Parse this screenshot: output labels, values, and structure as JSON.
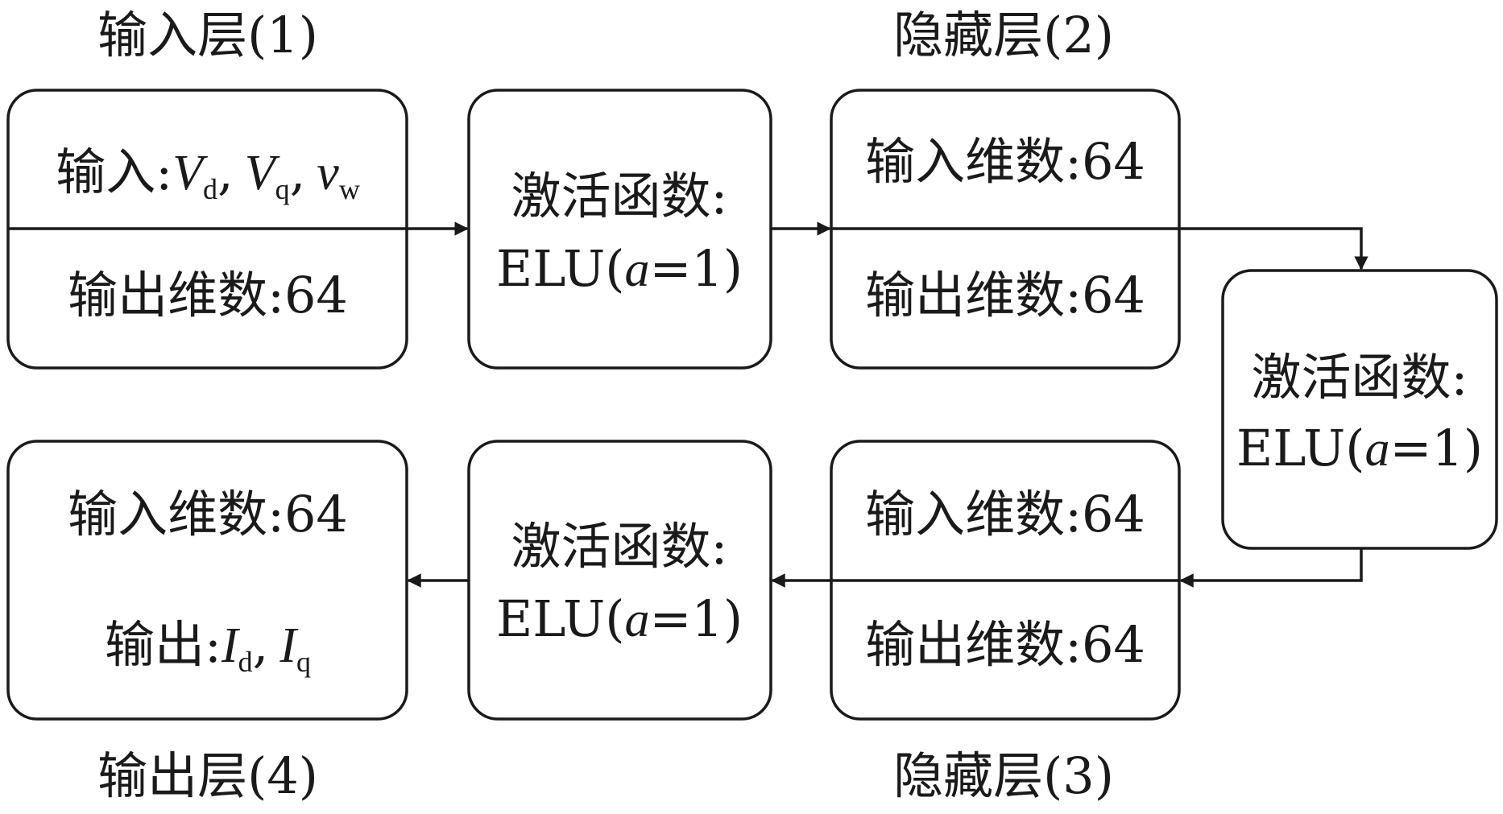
{
  "layer_titles": {
    "input": "输入层(1)",
    "hidden2": "隐藏层(2)",
    "output": "输出层(4)",
    "hidden3": "隐藏层(3)"
  },
  "input_layer": {
    "input_label": "输入",
    "colon": ":",
    "vars": [
      "V",
      "d",
      ",",
      "V",
      "q",
      ",",
      "v",
      "w"
    ],
    "output_dim": "输出维数:64"
  },
  "activation": {
    "label": "激活函数:",
    "func": "ELU(",
    "param": "a",
    "value": "=1)"
  },
  "hidden2": {
    "input_dim": "输入维数:64",
    "output_dim": "输出维数:64"
  },
  "hidden3": {
    "input_dim": "输入维数:64",
    "output_dim": "输出维数:64"
  },
  "output_layer": {
    "input_dim": "输入维数:64",
    "output_label": "输出",
    "colon": ":",
    "vars": [
      "I",
      "d",
      ",",
      "I",
      "q"
    ]
  }
}
